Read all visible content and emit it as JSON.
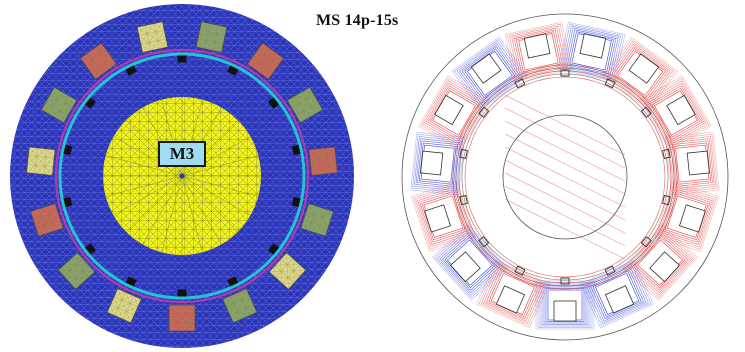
{
  "figure": {
    "title": "MS 14p-15s",
    "rotor_label": "M3"
  },
  "mesh_panel": {
    "colors": {
      "stator_iron": "#2b35b8",
      "mesh_lines": "#9aa0ff",
      "rotor_core": "#f2f21c",
      "airgap_cyan": "#25c4d4",
      "airgap_magenta": "#b03ab0",
      "magnet": "#111111",
      "slot_green": "#8fa86a",
      "slot_red": "#d06a5a",
      "slot_yellow": "#e6e08a",
      "label_fill": "#9fdcf2"
    },
    "slot_count": 15,
    "magnet_count": 14
  },
  "field_panel": {
    "colors": {
      "positive": "#e33a3a",
      "negative": "#2d3dd6",
      "outline": "#555555"
    },
    "slot_count": 15
  }
}
